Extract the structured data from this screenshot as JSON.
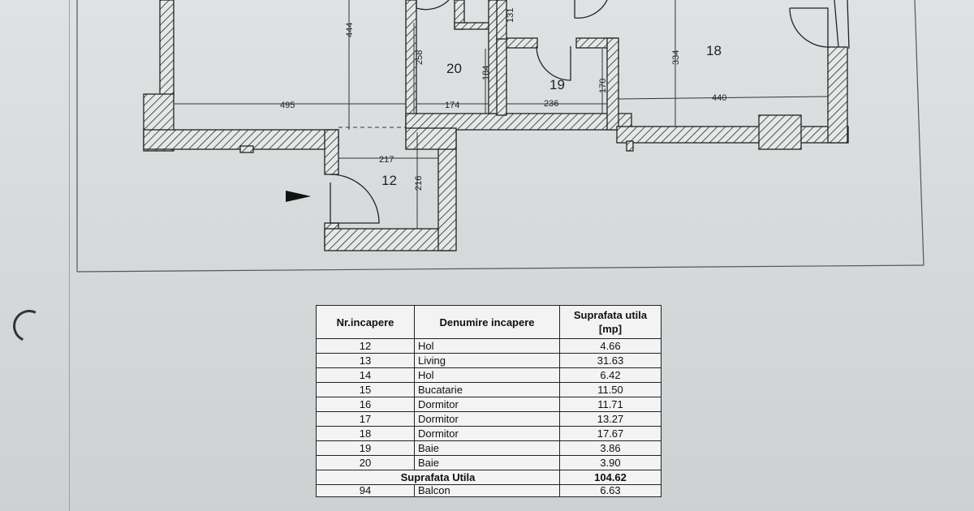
{
  "plan": {
    "room_numbers": [
      "20",
      "19",
      "18",
      "12"
    ],
    "dimensions": [
      "444",
      "258",
      "184",
      "131",
      "170",
      "334",
      "495",
      "174",
      "236",
      "440",
      "217",
      "216"
    ]
  },
  "table": {
    "headers": [
      "Nr.incapere",
      "Denumire incapere",
      "Suprafata utila [mp]"
    ],
    "rows": [
      {
        "nr": "12",
        "name": "Hol",
        "area": "4.66"
      },
      {
        "nr": "13",
        "name": "Living",
        "area": "31.63"
      },
      {
        "nr": "14",
        "name": "Hol",
        "area": "6.42"
      },
      {
        "nr": "15",
        "name": "Bucatarie",
        "area": "11.50"
      },
      {
        "nr": "16",
        "name": "Dormitor",
        "area": "11.71"
      },
      {
        "nr": "17",
        "name": "Dormitor",
        "area": "13.27"
      },
      {
        "nr": "18",
        "name": "Dormitor",
        "area": "17.67"
      },
      {
        "nr": "19",
        "name": "Baie",
        "area": "3.86"
      },
      {
        "nr": "20",
        "name": "Baie",
        "area": "3.90"
      }
    ],
    "total_label": "Suprafata Utila",
    "total_value": "104.62",
    "partial_row": {
      "nr": "94",
      "name": "Balcon",
      "area": "6.63"
    }
  }
}
